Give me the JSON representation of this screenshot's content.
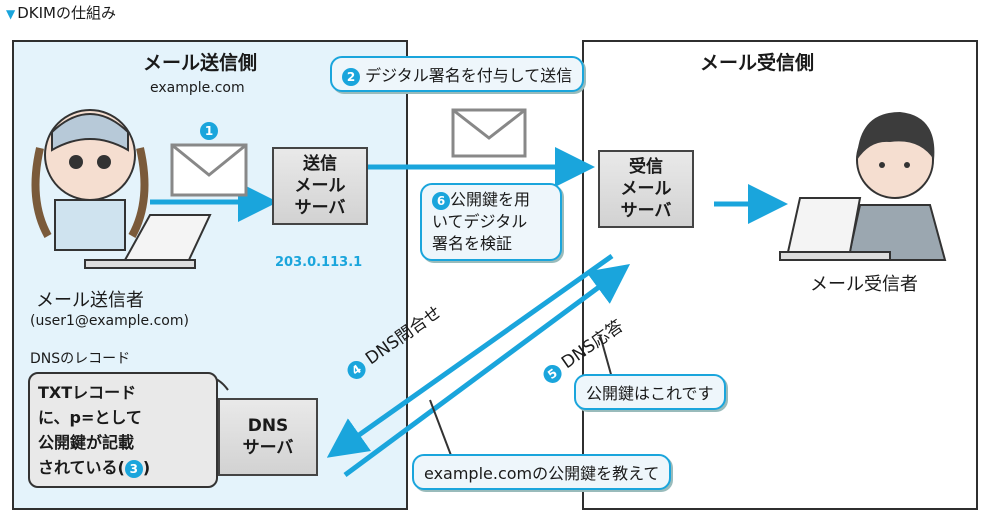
{
  "title": "DKIMの仕組み",
  "sender_panel": {
    "title": "メール送信側",
    "domain": "example.com"
  },
  "receiver_panel": {
    "title": "メール受信側"
  },
  "steps": {
    "s1": "1",
    "s2": {
      "num": "2",
      "text": "デジタル署名を付与して送信"
    },
    "s3": "3",
    "s4": {
      "num": "4",
      "text": "DNS問合せ"
    },
    "s5": {
      "num": "5",
      "text": "DNS応答"
    },
    "s6": {
      "num": "6",
      "line1": "公開鍵を用",
      "line2": "いてデジタル",
      "line3": "署名を検証"
    }
  },
  "send_server": {
    "label": "送信\nメール\nサーバ",
    "ip": "203.0.113.1"
  },
  "recv_server": {
    "label": "受信\nメール\nサーバ"
  },
  "dns_server": {
    "label": "DNS\nサーバ"
  },
  "sender_person": {
    "label": "メール送信者",
    "email": "(user1@example.com)"
  },
  "receiver_person": {
    "label": "メール受信者"
  },
  "dns_record": {
    "caption": "DNSのレコード",
    "line1": "TXTレコード",
    "line2": "に、p=として",
    "line3": "公開鍵が記載",
    "line4": "されている("
  },
  "callouts": {
    "pubkey_reply": "公開鍵はこれです",
    "ask_pubkey": "example.comの公開鍵を教えて"
  },
  "colors": {
    "accent": "#1aa5dc",
    "sender_bg": "#e4f3fb"
  }
}
